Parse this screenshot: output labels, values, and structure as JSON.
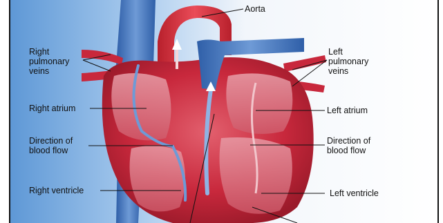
{
  "labels": {
    "aorta": "Aorta",
    "right_pulmonary_veins": "Right\npulmonary\nveins",
    "left_pulmonary_veins": "Left\npulmonary\nveins",
    "right_atrium": "Right atrium",
    "left_atrium": "Left atrium",
    "direction_left": "Direction of\nblood flow",
    "direction_right": "Direction of\nblood flow",
    "right_ventricle": "Right ventricle",
    "left_ventricle": "Left ventricle"
  },
  "colors": {
    "background_left": "#7fb2e3",
    "heart_red": "#c8283c",
    "vessel_blue": "#4f7fc0",
    "artery_red": "#d8303a"
  }
}
